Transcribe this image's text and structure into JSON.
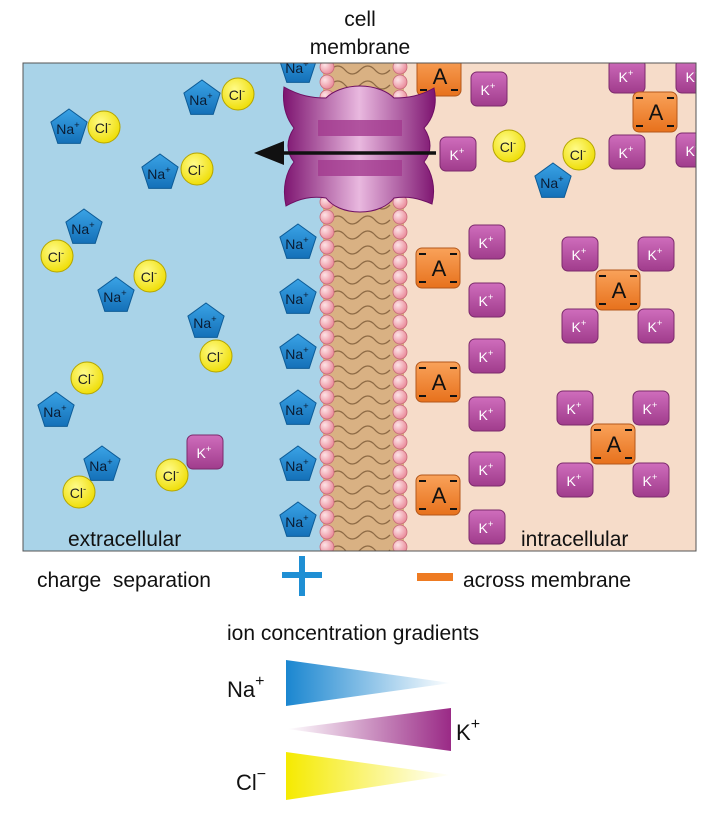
{
  "title_line1": "cell",
  "title_line2": "membrane",
  "region_left": "extracellular",
  "region_right": "intracellular",
  "charge_left": "charge  separation",
  "charge_right": "across membrane",
  "gradients_title": "ion concentration gradients",
  "ions": {
    "na": "Na",
    "k": "K",
    "cl": "Cl",
    "anion": "A",
    "plus": "+",
    "minus": "-"
  },
  "gradient_labels": {
    "na": "Na",
    "na_sup": "+",
    "k": "K",
    "k_sup": "+",
    "cl": "Cl",
    "cl_sup": "−"
  },
  "colors": {
    "extracellular_bg": "#a9d3e8",
    "intracellular_bg": "#f6dcc9",
    "sodium": "#1b7fc8",
    "potassium": "#b0479b",
    "chloride": "#f1ea1c",
    "anion": "#f07f2a",
    "channel": "#8e1c7f",
    "lipid_head": "#f2a3ae",
    "lipid_tail": "#c79b6c",
    "plus_sign": "#1f8fd4",
    "minus_sign": "#ee7b22"
  }
}
